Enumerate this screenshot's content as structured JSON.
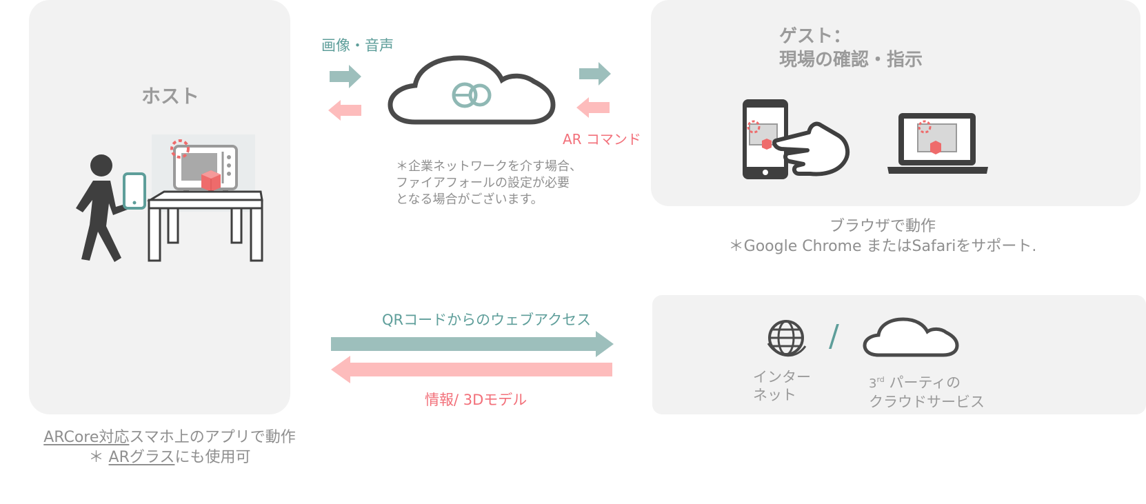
{
  "host": {
    "title": "ホスト",
    "caption_part1": "ARCore",
    "caption_part2": "対応",
    "caption_part3": "スマホ上のアプリで動作",
    "caption2_prefix": "＊ ",
    "caption2_part1": "AR",
    "caption2_part2": "グラス",
    "caption2_part3": "にも使用可"
  },
  "cloud": {
    "upstream_label": "画像・音声",
    "ar_command_label": "AR コマンド",
    "note_line1": "＊企業ネットワークを介す場合、",
    "note_line2": "ファイアフォールの設定が必要",
    "note_line3": "となる場合がございます。"
  },
  "guest": {
    "title_line1": "ゲスト：",
    "title_line2": "現場の確認・指示",
    "caption_line1": "ブラウザで動作",
    "caption_line2": "＊Google Chrome またはSafariをサポート."
  },
  "access": {
    "qr_label": "QRコードからのウェブアクセス",
    "info_label": "情報/ 3Dモデル"
  },
  "services": {
    "internet_line1": "インター",
    "internet_line2": "ネット",
    "separator": "/",
    "third_party_num": "3",
    "third_party_sup": "rd",
    "third_party_line1_rest": " パーティの",
    "third_party_line2": "クラウドサービス"
  },
  "colors": {
    "teal_arrow": "#9dbfbc",
    "pink_arrow": "#fdbcbc",
    "panel_bg": "#f2f2f2",
    "icon_dark": "#4a4a4a",
    "accent_red": "#ee6b6b"
  }
}
